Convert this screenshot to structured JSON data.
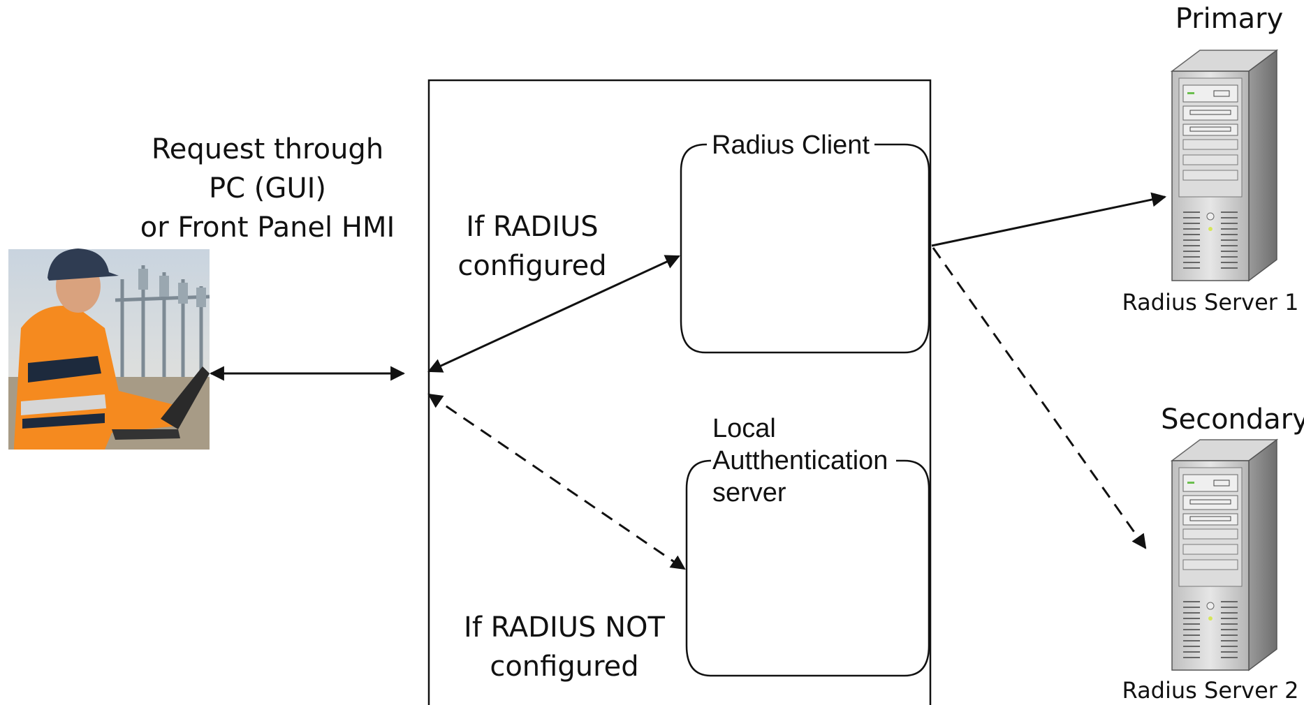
{
  "request_text": {
    "line1": "Request through",
    "line2": "PC (GUI)",
    "line3": "or Front Panel HMI"
  },
  "cond_radius": {
    "line1": "If RADIUS",
    "line2": "configured"
  },
  "cond_not_radius": {
    "line1": "If RADIUS NOT",
    "line2": "configured"
  },
  "radius_client_label": "Radius Client",
  "local_auth": {
    "line1": "Local",
    "line2": "Autthentication",
    "line3": "server"
  },
  "primary_label": "Primary",
  "secondary_label": "Secondary",
  "server1_label": "Radius Server 1",
  "server2_label": "Radius Server 2",
  "icons": [
    "person-photo-icon",
    "server-tower-icon"
  ],
  "colors": {
    "line": "#111111",
    "vest": "#f58a1f",
    "server": "#c8c8c8"
  }
}
